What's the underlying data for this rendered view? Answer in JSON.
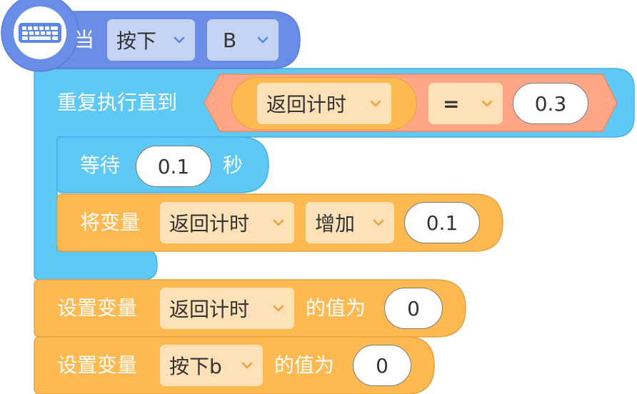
{
  "colors": {
    "event": "#6a8de8",
    "event_dark": "#5a7bd6",
    "event_field": "#c5d3f5",
    "control": "#5ec8f7",
    "control_dark": "#43b2e8",
    "variable": "#feb951",
    "variable_dark": "#e8a23d",
    "variable_field": "#ffe1b8",
    "operator": "#fea686",
    "operator_dark": "#e6896a",
    "chevron_event": "#5a86e6",
    "chevron_var": "#f0a13a"
  },
  "event_block": {
    "icon": "keyboard-icon",
    "label": "当",
    "action": "按下",
    "key": "B"
  },
  "repeat_block": {
    "label": "重复执行直到",
    "condition": {
      "variable": "返回计时",
      "operator": "=",
      "value": "0.3"
    }
  },
  "wait_block": {
    "label": "等待",
    "value": "0.1",
    "unit": "秒"
  },
  "change_block": {
    "label": "将变量",
    "variable": "返回计时",
    "operation": "增加",
    "value": "0.1"
  },
  "set_block_1": {
    "label": "设置变量",
    "variable": "返回计时",
    "suffix": "的值为",
    "value": "0"
  },
  "set_block_2": {
    "label": "设置变量",
    "variable": "按下b",
    "suffix": "的值为",
    "value": "0"
  }
}
